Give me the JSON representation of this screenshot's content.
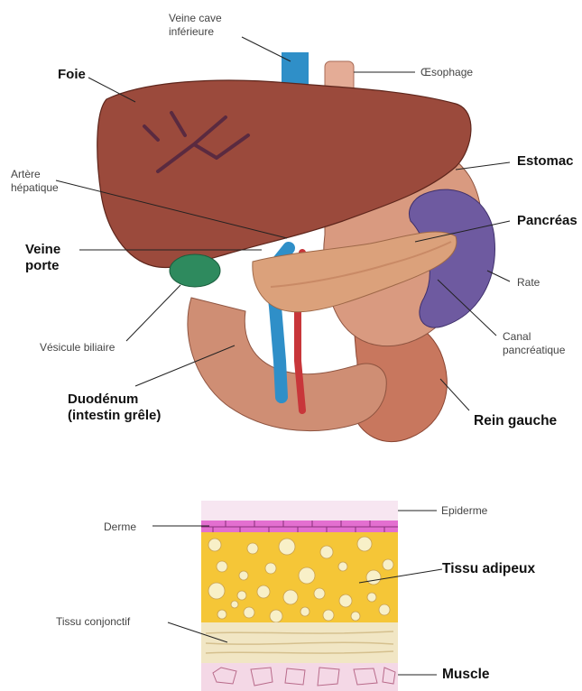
{
  "labels_top": {
    "veine_cave": "Veine cave\ninférieure",
    "oesophage": "Œsophage",
    "foie": "Foie",
    "estomac": "Estomac",
    "artere_hepatique": "Artère\nhépatique",
    "pancreas": "Pancréas",
    "veine_porte": "Veine\nporte",
    "rate": "Rate",
    "vesicule": "Vésicule biliaire",
    "canal": "Canal\npancréatique",
    "duodenum": "Duodénum\n(intestin grêle)",
    "rein": "Rein gauche"
  },
  "labels_bottom": {
    "epiderme": "Epiderme",
    "derme": "Derme",
    "tissu_adipeux": "Tissu adipeux",
    "tissu_conjonctif": "Tissu conjonctif",
    "muscle": "Muscle"
  },
  "colors": {
    "liver": "#9b4a3c",
    "liver_light": "#b86b55",
    "vessel_blue": "#2f8fc8",
    "artery_red": "#c8363a",
    "gallbladder": "#2e8a5e",
    "spleen": "#6e5aa0",
    "pancreas": "#dba17b",
    "kidney": "#c8775e",
    "duodenum": "#cf8e74",
    "epidermis": "#f7e6f1",
    "dermis": "#e36fd0",
    "fat": "#f5c637",
    "fat_cell": "#f8f0c8",
    "connective": "#f1e6c4",
    "muscle": "#f4d8e6"
  }
}
